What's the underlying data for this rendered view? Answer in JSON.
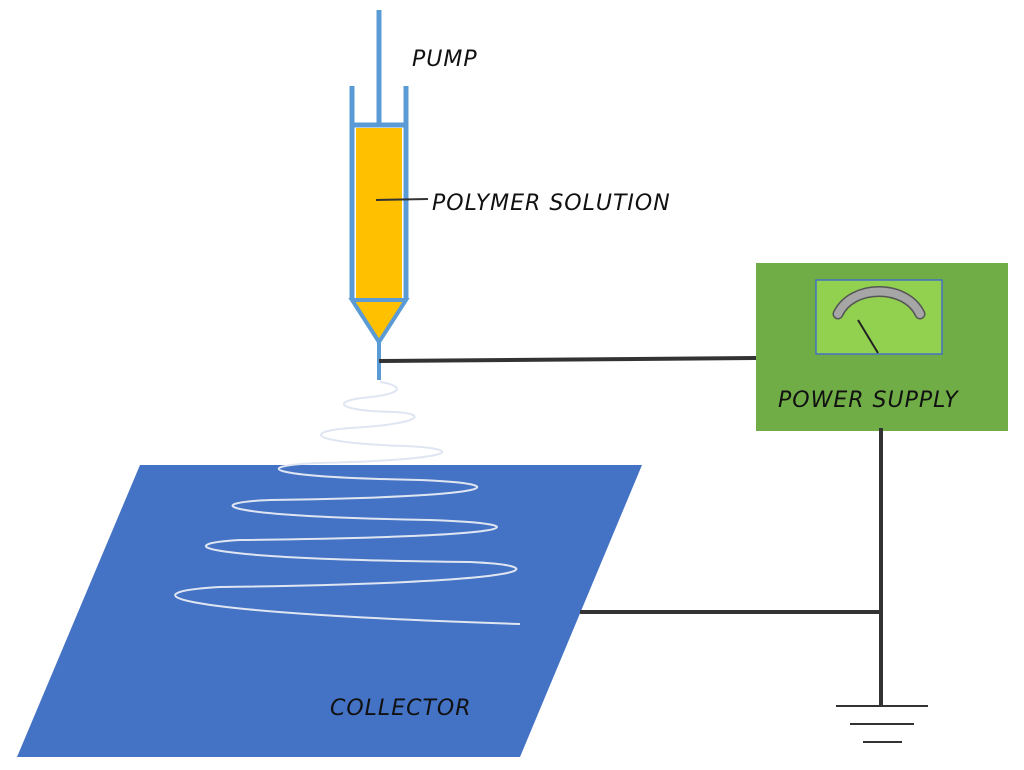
{
  "labels": {
    "pump": "PUMP",
    "polymer_solution": "POLYMER SOLUTION",
    "power_supply": "POWER SUPPLY",
    "collector": "COLLECTOR"
  },
  "colors": {
    "syringe_outline": "#5b9bd5",
    "solution_fill": "#ffc000",
    "collector_fill": "#4472c4",
    "power_supply_fill": "#70ad47",
    "meter_fill": "#92d050",
    "meter_border": "#4472c4",
    "gauge_arc": "#a6a6a6",
    "wire": "#333333"
  }
}
